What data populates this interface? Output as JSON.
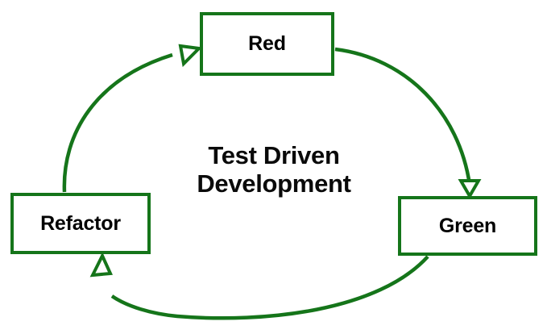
{
  "diagram": {
    "title_line_1": "Test Driven",
    "title_line_2": "Development",
    "accent_color": "#15751a",
    "text_color": "#000000",
    "background_color": "#ffffff",
    "nodes": [
      {
        "id": "red",
        "label": "Red"
      },
      {
        "id": "green",
        "label": "Green"
      },
      {
        "id": "refactor",
        "label": "Refactor"
      }
    ],
    "arrows": [
      {
        "id": "red-to-green",
        "from": "Red",
        "to": "Green",
        "direction": "clockwise",
        "arrowhead": "open-triangle"
      },
      {
        "id": "green-to-refactor",
        "from": "Green",
        "to": "Refactor",
        "direction": "clockwise",
        "arrowhead": "open-triangle"
      },
      {
        "id": "refactor-to-red",
        "from": "Refactor",
        "to": "Red",
        "direction": "clockwise",
        "arrowhead": "open-triangle"
      }
    ]
  }
}
